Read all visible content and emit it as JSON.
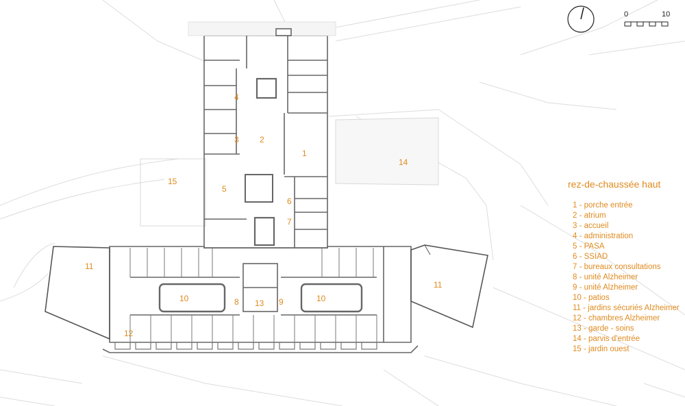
{
  "plan": {
    "room_numbers": [
      {
        "id": "n1",
        "text": "1"
      },
      {
        "id": "n2",
        "text": "2"
      },
      {
        "id": "n3",
        "text": "3"
      },
      {
        "id": "n4",
        "text": "4"
      },
      {
        "id": "n5",
        "text": "5"
      },
      {
        "id": "n6",
        "text": "6"
      },
      {
        "id": "n7",
        "text": "7"
      },
      {
        "id": "n8",
        "text": "8"
      },
      {
        "id": "n9",
        "text": "9"
      },
      {
        "id": "n10a",
        "text": "10"
      },
      {
        "id": "n10b",
        "text": "10"
      },
      {
        "id": "n11a",
        "text": "11"
      },
      {
        "id": "n11b",
        "text": "11"
      },
      {
        "id": "n12",
        "text": "12"
      },
      {
        "id": "n13",
        "text": "13"
      },
      {
        "id": "n14",
        "text": "14"
      },
      {
        "id": "n15",
        "text": "15"
      }
    ]
  },
  "scale": {
    "start_label": "0",
    "end_label": "10"
  },
  "legend": {
    "title": "rez-de-chaussée haut",
    "items": [
      "1 - porche entrée",
      "2 - atrium",
      "3 - accueil",
      "4 - administration",
      "5 - PASA",
      "6 - SSIAD",
      "7 - bureaux consultations",
      "8 - unité Alzheimer",
      "9 - unité Alzheimer",
      "10 - patios",
      "11 - jardins sécuriés Alzheimer",
      "12 - chambres Alzheimer",
      "13 - garde - soins",
      "14 - parvis d'entrée",
      "15 - jardin ouest"
    ]
  },
  "colors": {
    "label": "#e08a1e",
    "wall": "#555555",
    "site": "#d6d6d6"
  }
}
